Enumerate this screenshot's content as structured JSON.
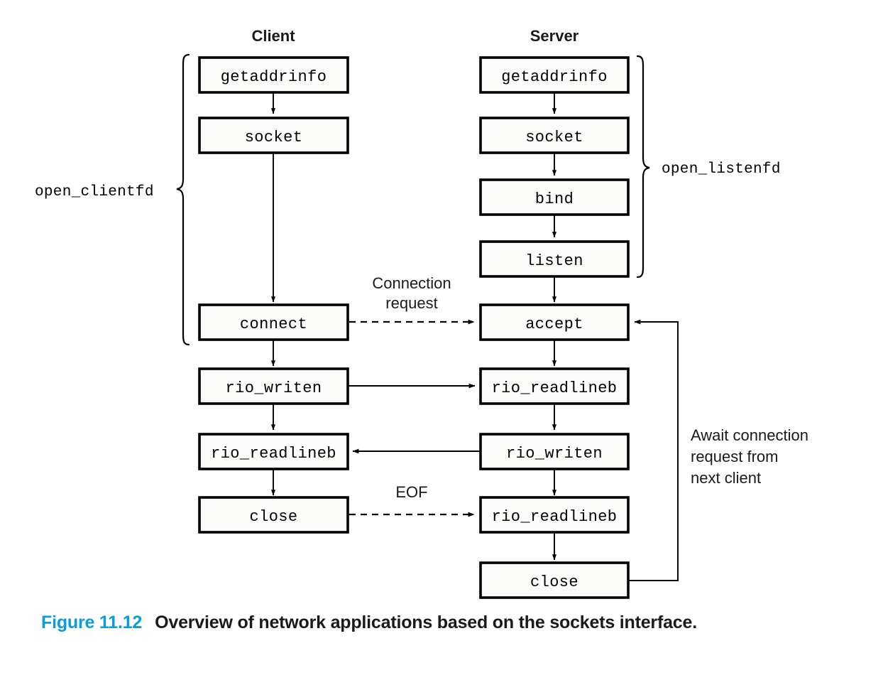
{
  "figure": {
    "caption_number": "Figure 11.12",
    "caption_text": "Overview of network applications based on the sockets interface.",
    "caption_number_color": "#0c9cd6"
  },
  "columns": {
    "client_header": "Client",
    "server_header": "Server"
  },
  "client_nodes": [
    {
      "id": "client-getaddrinfo",
      "label": "getaddrinfo"
    },
    {
      "id": "client-socket",
      "label": "socket"
    },
    {
      "id": "client-connect",
      "label": "connect"
    },
    {
      "id": "client-rio-writen",
      "label": "rio_writen"
    },
    {
      "id": "client-rio-readlineb",
      "label": "rio_readlineb"
    },
    {
      "id": "client-close",
      "label": "close"
    }
  ],
  "server_nodes": [
    {
      "id": "server-getaddrinfo",
      "label": "getaddrinfo"
    },
    {
      "id": "server-socket",
      "label": "socket"
    },
    {
      "id": "server-bind",
      "label": "bind"
    },
    {
      "id": "server-listen",
      "label": "listen"
    },
    {
      "id": "server-accept",
      "label": "accept"
    },
    {
      "id": "server-rio-readlineb-1",
      "label": "rio_readlineb"
    },
    {
      "id": "server-rio-writen",
      "label": "rio_writen"
    },
    {
      "id": "server-rio-readlineb-2",
      "label": "rio_readlineb"
    },
    {
      "id": "server-close",
      "label": "close"
    }
  ],
  "braces": {
    "client_group_label": "open_clientfd",
    "server_group_label": "open_listenfd"
  },
  "edge_labels": {
    "connection_request_line1": "Connection",
    "connection_request_line2": "request",
    "eof": "EOF"
  },
  "notes": {
    "await_line1": "Await connection",
    "await_line2": "request from",
    "await_line3": "next client"
  }
}
